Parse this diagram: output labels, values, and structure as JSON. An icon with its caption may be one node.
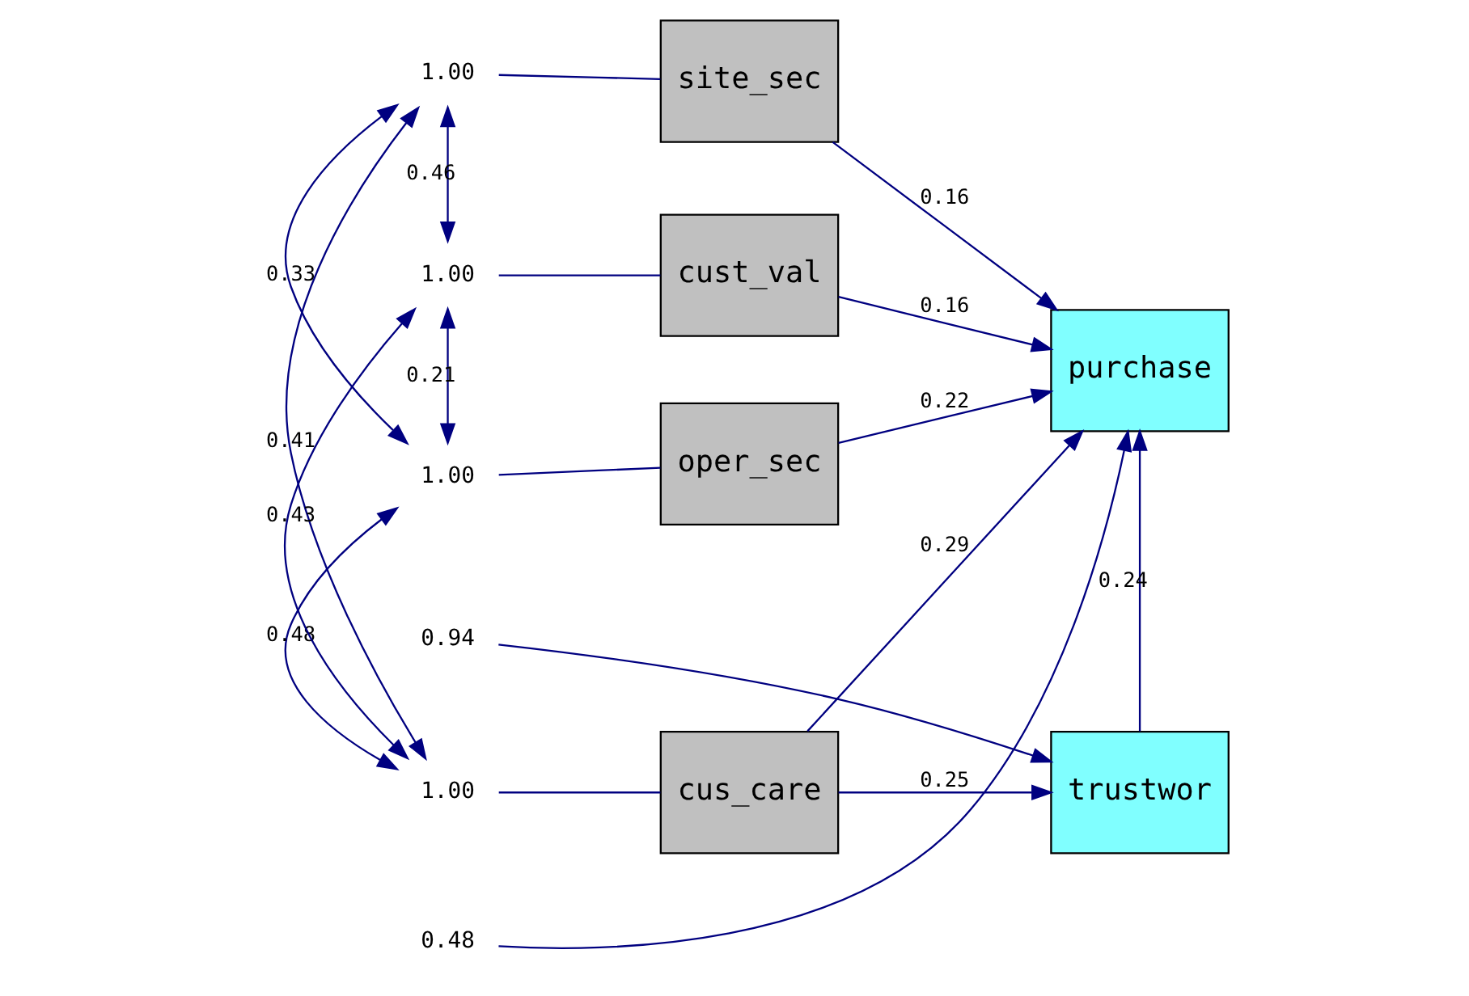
{
  "diagram": {
    "nodes": [
      {
        "text": [
          "1.00"
        ]
      },
      {
        "text": [
          "oper_sec"
        ]
      },
      {
        "text": [
          "1.00"
        ]
      },
      {
        "text": [
          "site_sec"
        ]
      },
      {
        "text": [
          "1.00"
        ]
      },
      {
        "text": [
          "cus_care"
        ]
      },
      {
        "text": [
          "1.00"
        ]
      },
      {
        "text": [
          "cust_val"
        ]
      },
      {
        "text": [
          "trustwor"
        ]
      },
      {
        "text": [
          "0.94"
        ]
      },
      {
        "text": [
          "purchase"
        ]
      },
      {
        "text": [
          "0.48"
        ]
      }
    ],
    "edges": [
      {
        "from": 0,
        "to": 1,
        "arrow": "none"
      },
      {
        "from": 2,
        "to": 3,
        "arrow": "none"
      },
      {
        "from": 4,
        "to": 5,
        "arrow": "none"
      },
      {
        "from": 6,
        "to": 7,
        "arrow": "none"
      },
      {
        "from": 0,
        "to": 2,
        "arrow": "both",
        "label": "0.33"
      },
      {
        "from": 0,
        "to": 4,
        "arrow": "both",
        "label": "0.48"
      },
      {
        "from": 0,
        "to": 6,
        "arrow": "both",
        "label": "0.21"
      },
      {
        "from": 2,
        "to": 4,
        "arrow": "both",
        "label": "0.41"
      },
      {
        "from": 2,
        "to": 6,
        "arrow": "both",
        "label": "0.46"
      },
      {
        "from": 4,
        "to": 6,
        "arrow": "both",
        "label": "0.43"
      },
      {
        "from": 1,
        "to": 10,
        "arrow": "to",
        "label": "0.22"
      },
      {
        "from": 5,
        "to": 8,
        "arrow": "to",
        "label": "0.25"
      },
      {
        "from": 3,
        "to": 10,
        "arrow": "to",
        "label": "0.16"
      },
      {
        "from": 5,
        "to": 10,
        "arrow": "to",
        "label": "0.29"
      },
      {
        "from": 7,
        "to": 10,
        "arrow": "to",
        "label": "0.16"
      },
      {
        "from": 8,
        "to": 10,
        "arrow": "to",
        "label": "0.24"
      },
      {
        "from": 9,
        "to": 8,
        "arrow": "to"
      },
      {
        "from": 11,
        "to": 10,
        "arrow": "to"
      }
    ]
  }
}
